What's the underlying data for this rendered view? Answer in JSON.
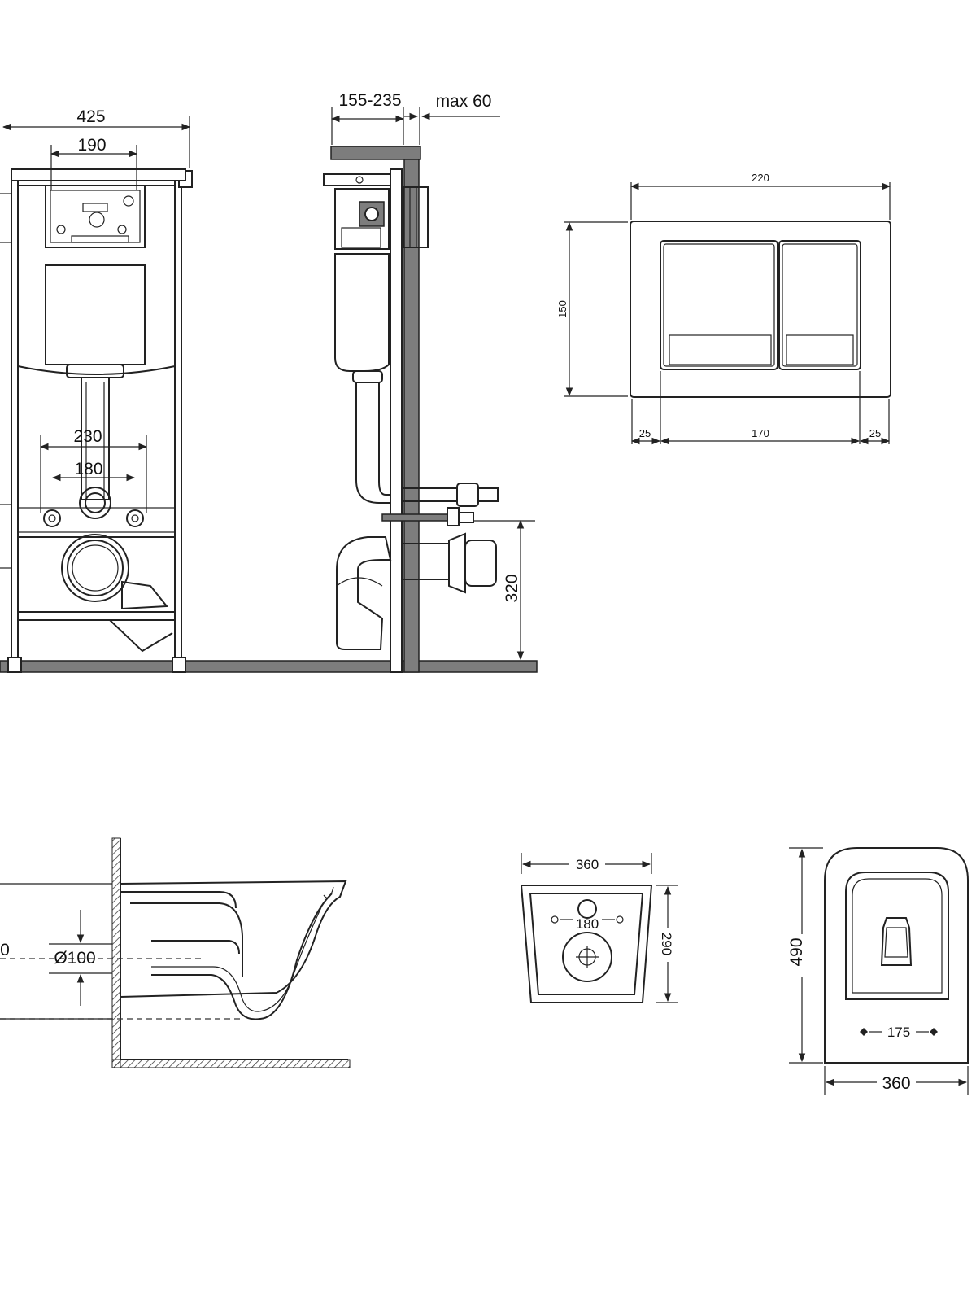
{
  "frame_front": {
    "width_total": "425",
    "width_button_box": "190",
    "pin_spacing_outer": "230",
    "pin_spacing_inner": "180"
  },
  "frame_side": {
    "wall_depth": "155-235",
    "max_finish": "max 60",
    "drain_height": "320"
  },
  "flush_plate": {
    "width": "220",
    "height": "150",
    "margin_left": "25",
    "button_span": "170",
    "margin_right": "25"
  },
  "bowl_side": {
    "left_edge_value": "0",
    "pipe_diameter": "Ø100"
  },
  "bowl_back": {
    "width": "360",
    "pin_spacing": "180",
    "height": "290"
  },
  "bowl_top": {
    "length": "490",
    "pin_spacing": "175",
    "width": "360"
  }
}
